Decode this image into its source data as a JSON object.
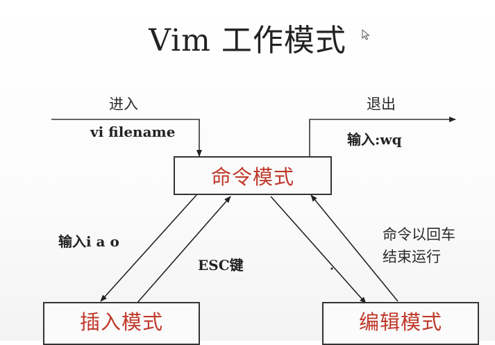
{
  "slide": {
    "title": "Vim 工作模式",
    "colors": {
      "mode_text": "#c0392b",
      "line": "#333333",
      "text": "#222222"
    },
    "icons": [
      "mouse-pointer-icon"
    ]
  },
  "modes": {
    "command": "命令模式",
    "insert": "插入模式",
    "edit": "编辑模式"
  },
  "labels": {
    "enter": "进入",
    "enter_command": "vi filename",
    "exit": "退出",
    "exit_command": "输入:wq",
    "to_insert": "输入i a o",
    "to_command_key": "ESC键",
    "run_line1": "命令以回车",
    "run_line2": "结束运行"
  }
}
